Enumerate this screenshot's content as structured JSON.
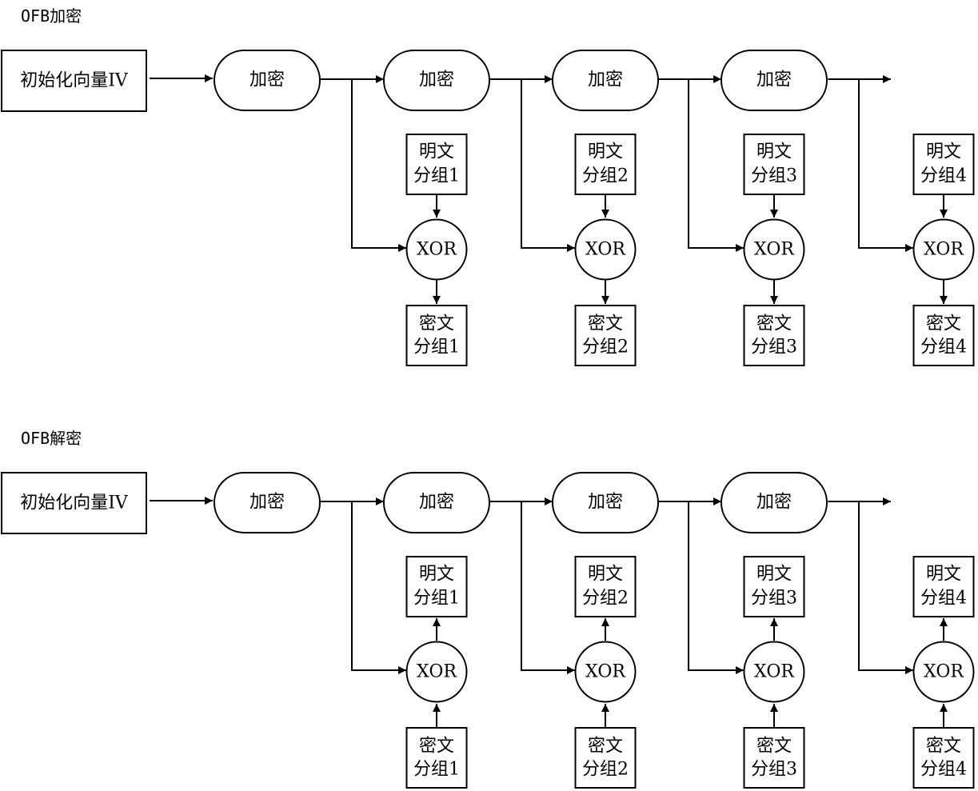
{
  "panels": [
    {
      "title": "OFB加密",
      "iv_label": "初始化向量IV",
      "encrypt_label": "加密",
      "xor_label": "XOR",
      "plain_blocks": [
        {
          "line1": "明文",
          "line2": "分组1"
        },
        {
          "line1": "明文",
          "line2": "分组2"
        },
        {
          "line1": "明文",
          "line2": "分组3"
        },
        {
          "line1": "明文",
          "line2": "分组4"
        }
      ],
      "cipher_blocks": [
        {
          "line1": "密文",
          "line2": "分组1"
        },
        {
          "line1": "密文",
          "line2": "分组2"
        },
        {
          "line1": "密文",
          "line2": "分组3"
        },
        {
          "line1": "密文",
          "line2": "分组4"
        }
      ]
    },
    {
      "title": "OFB解密",
      "iv_label": "初始化向量IV",
      "encrypt_label": "加密",
      "xor_label": "XOR",
      "plain_blocks": [
        {
          "line1": "明文",
          "line2": "分组1"
        },
        {
          "line1": "明文",
          "line2": "分组2"
        },
        {
          "line1": "明文",
          "line2": "分组3"
        },
        {
          "line1": "明文",
          "line2": "分组4"
        }
      ],
      "cipher_blocks": [
        {
          "line1": "密文",
          "line2": "分组1"
        },
        {
          "line1": "密文",
          "line2": "分组2"
        },
        {
          "line1": "密文",
          "line2": "分组3"
        },
        {
          "line1": "密文",
          "line2": "分组4"
        }
      ]
    }
  ]
}
